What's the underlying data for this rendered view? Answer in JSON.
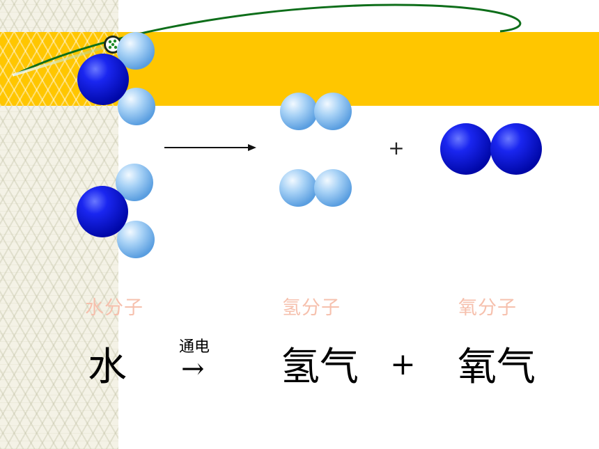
{
  "labels": {
    "water_molecule": "水分子",
    "hydrogen_molecule": "氢分子",
    "oxygen_molecule": "氧分子"
  },
  "equation": {
    "reactant": "水",
    "condition": "通电",
    "arrow": "→",
    "product_1": "氢气",
    "plus": "+",
    "product_2": "氧气"
  },
  "diagram": {
    "top_plus": "+"
  },
  "colors": {
    "band": "#ffc600",
    "oxygen_atom": "#0a12e0",
    "hydrogen_atom": "#8ec4f0",
    "label": "#f6c0ad",
    "swoosh": "#0e6e1a"
  }
}
